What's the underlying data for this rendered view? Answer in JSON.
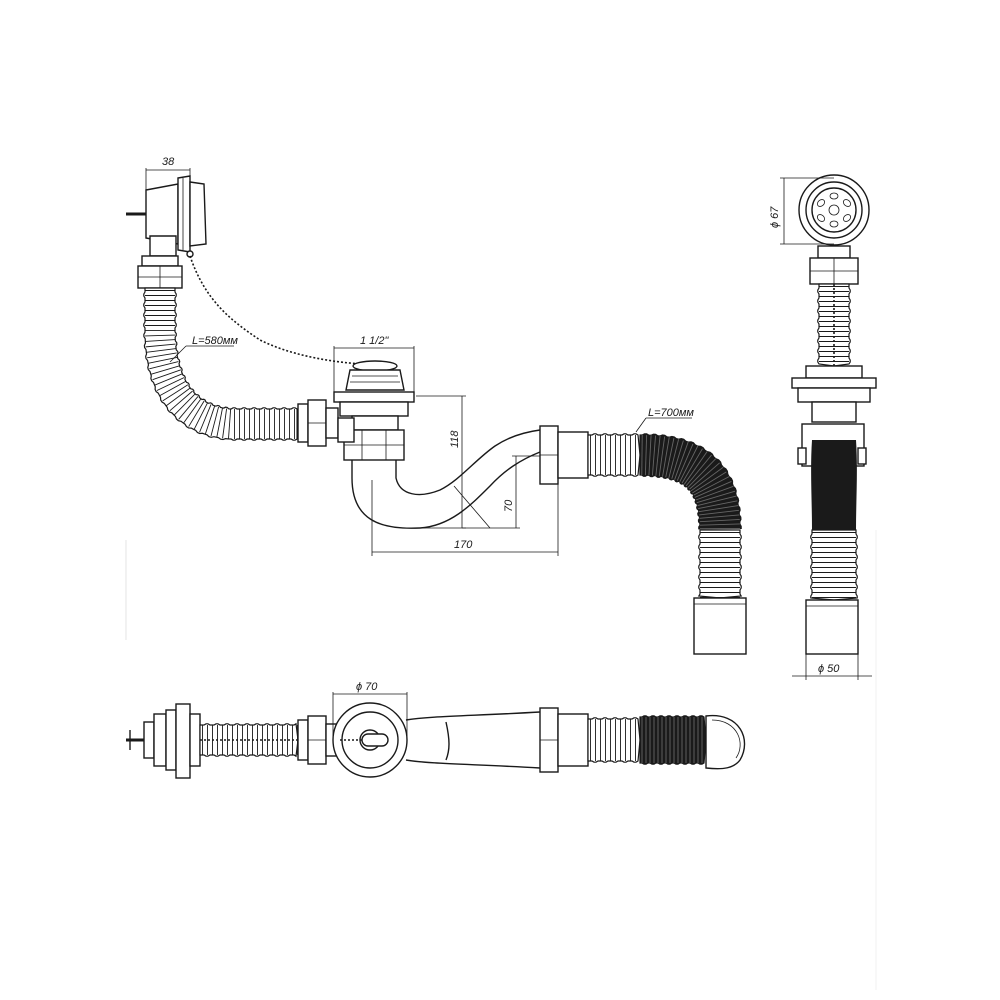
{
  "dimensions": {
    "overflow_width": "38",
    "overflow_hose_length": "L=580мм",
    "outlet_thread": "1 1/2\"",
    "drain_hose_length": "L=700мм",
    "trap_height": "118",
    "trap_depth": "70",
    "trap_length": "170",
    "grate_diameter": "ϕ 67",
    "hose_end_diameter": "ϕ 50",
    "outlet_diameter": "ϕ 70"
  }
}
